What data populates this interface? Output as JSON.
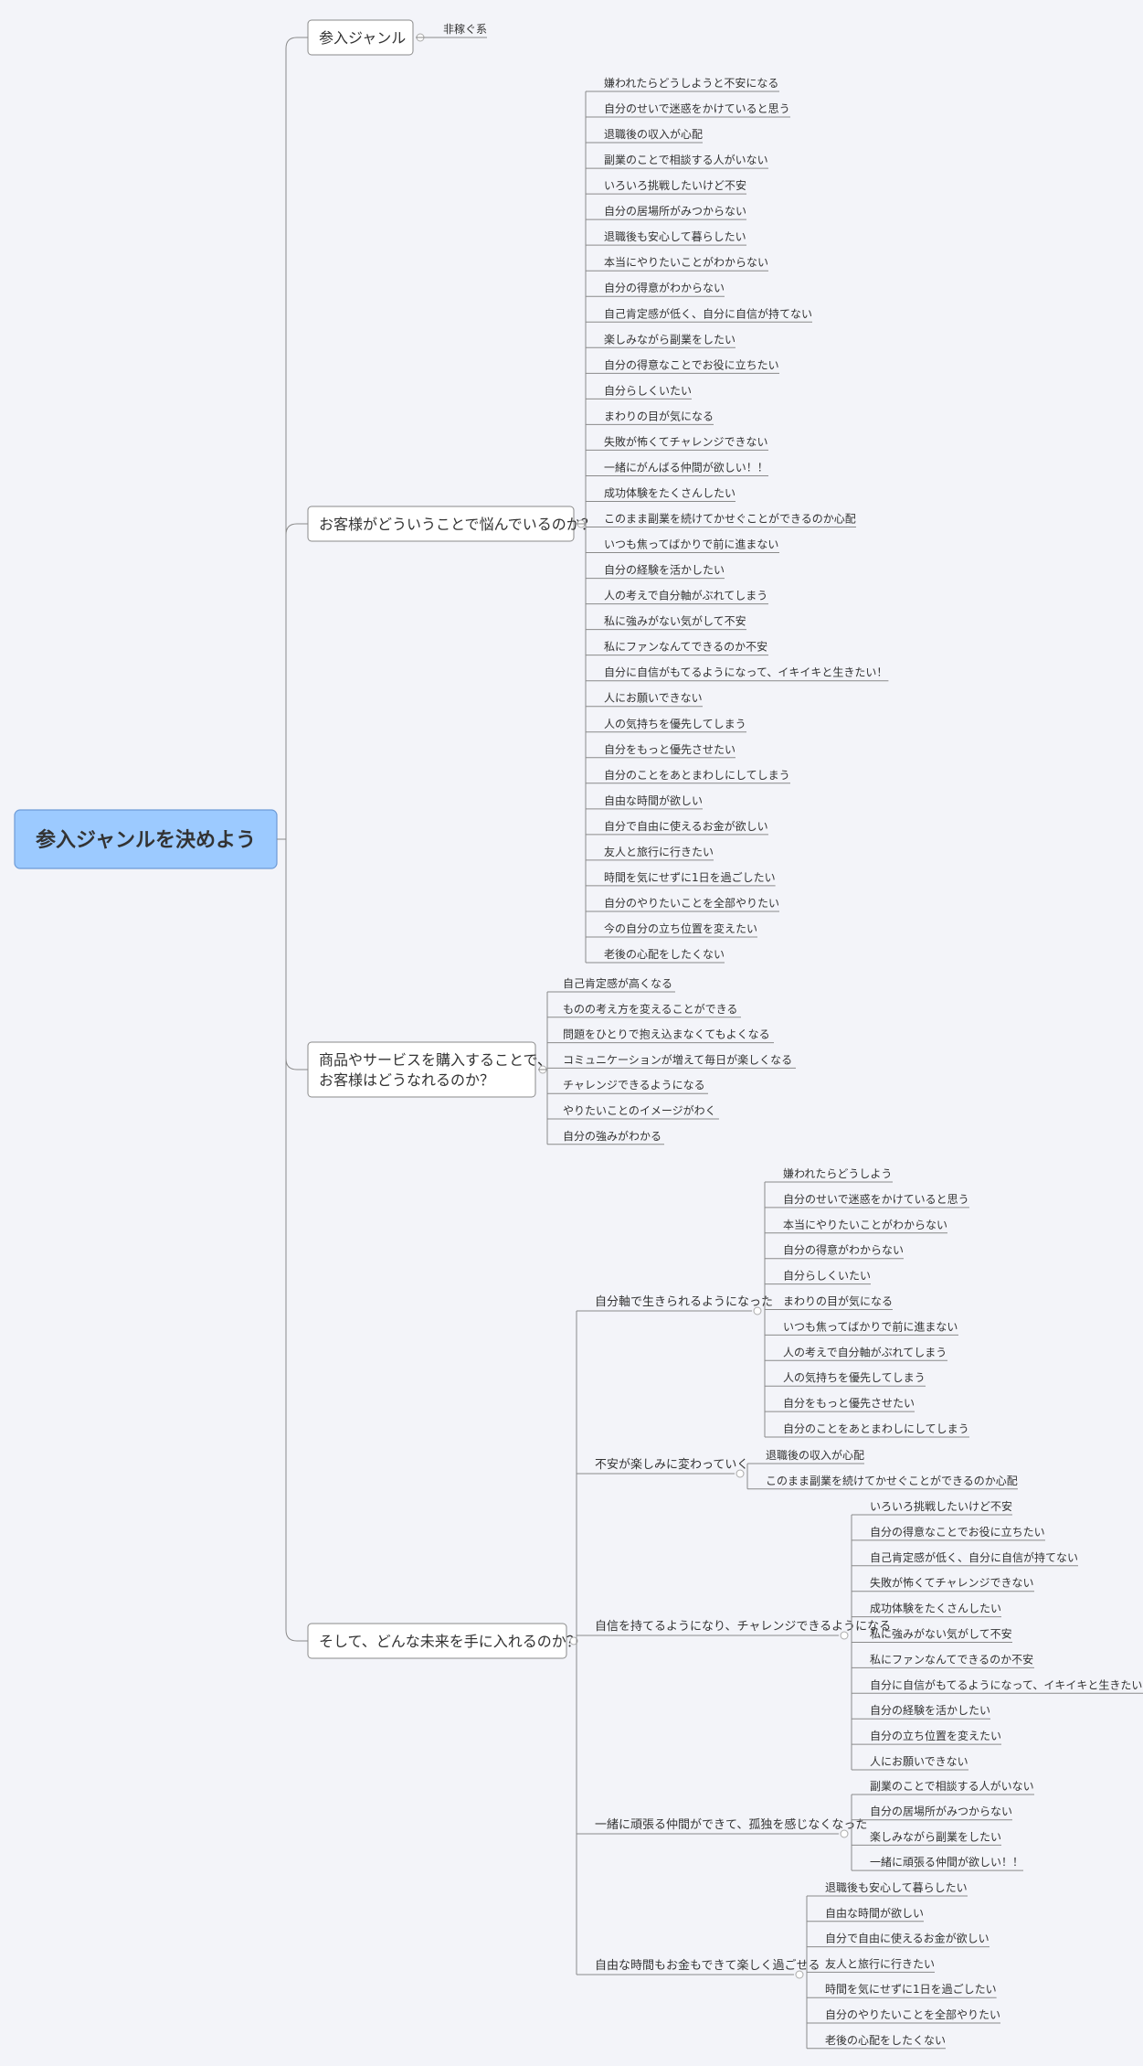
{
  "root": {
    "label": "参入ジャンルを決めよう"
  },
  "branches": [
    {
      "id": "b1",
      "label_lines": [
        "参入ジャンル"
      ],
      "items": [
        "非稼ぐ系"
      ]
    },
    {
      "id": "b2",
      "label_lines": [
        "お客様がどういうことで悩んでいるのか？"
      ],
      "items": [
        "嫌われたらどうしようと不安になる",
        "自分のせいで迷惑をかけていると思う",
        "退職後の収入が心配",
        "副業のことで相談する人がいない",
        "いろいろ挑戦したいけど不安",
        "自分の居場所がみつからない",
        "退職後も安心して暮らしたい",
        "本当にやりたいことがわからない",
        "自分の得意がわからない",
        "自己肯定感が低く、自分に自信が持てない",
        "楽しみながら副業をしたい",
        "自分の得意なことでお役に立ちたい",
        "自分らしくいたい",
        "まわりの目が気になる",
        "失敗が怖くてチャレンジできない",
        "一緒にがんばる仲間が欲しい！！",
        "成功体験をたくさんしたい",
        "このまま副業を続けてかせぐことができるのか心配",
        "いつも焦ってばかりで前に進まない",
        "自分の経験を活かしたい",
        "人の考えで自分軸がぶれてしまう",
        "私に強みがない気がして不安",
        "私にファンなんてできるのか不安",
        "自分に自信がもてるようになって、イキイキと生きたい！",
        "人にお願いできない",
        "人の気持ちを優先してしまう",
        "自分をもっと優先させたい",
        "自分のことをあとまわしにしてしまう",
        "自由な時間が欲しい",
        "自分で自由に使えるお金が欲しい",
        "友人と旅行に行きたい",
        "時間を気にせずに1日を過ごしたい",
        "自分のやりたいことを全部やりたい",
        "今の自分の立ち位置を変えたい",
        "老後の心配をしたくない"
      ]
    },
    {
      "id": "b3",
      "label_lines": [
        "商品やサービスを購入することで、",
        "お客様はどうなれるのか？"
      ],
      "items": [
        "自己肯定感が高くなる",
        "ものの考え方を変えることができる",
        "問題をひとりで抱え込まなくてもよくなる",
        "コミュニケーションが増えて毎日が楽しくなる",
        "チャレンジできるようになる",
        "やりたいことのイメージがわく",
        "自分の強みがわかる"
      ]
    },
    {
      "id": "b4",
      "label_lines": [
        "そして、どんな未来を手に入れるのか？"
      ],
      "groups": [
        {
          "label": "自分軸で生きられるようになった",
          "items": [
            "嫌われたらどうしよう",
            "自分のせいで迷惑をかけていると思う",
            "本当にやりたいことがわからない",
            "自分の得意がわからない",
            "自分らしくいたい",
            "まわりの目が気になる",
            "いつも焦ってばかりで前に進まない",
            "人の考えで自分軸がぶれてしまう",
            "人の気持ちを優先してしまう",
            "自分をもっと優先させたい",
            "自分のことをあとまわしにしてしまう"
          ]
        },
        {
          "label": "不安が楽しみに変わっていく",
          "items": [
            "退職後の収入が心配",
            "このまま副業を続けてかせぐことができるのか心配"
          ]
        },
        {
          "label": "自信を持てるようになり、チャレンジできるようになる",
          "items": [
            "いろいろ挑戦したいけど不安",
            "自分の得意なことでお役に立ちたい",
            "自己肯定感が低く、自分に自信が持てない",
            "失敗が怖くてチャレンジできない",
            "成功体験をたくさんしたい",
            "私に強みがない気がして不安",
            "私にファンなんてできるのか不安",
            "自分に自信がもてるようになって、イキイキと生きたい！",
            "自分の経験を活かしたい",
            "自分の立ち位置を変えたい",
            "人にお願いできない"
          ]
        },
        {
          "label": "一緒に頑張る仲間ができて、孤独を感じなくなった",
          "items": [
            "副業のことで相談する人がいない",
            "自分の居場所がみつからない",
            "楽しみながら副業をしたい",
            "一緒に頑張る仲間が欲しい！！"
          ]
        },
        {
          "label": "自由な時間もお金もできて楽しく過ごせる",
          "items": [
            "退職後も安心して暮らしたい",
            "自由な時間が欲しい",
            "自分で自由に使えるお金が欲しい",
            "友人と旅行に行きたい",
            "時間を気にせずに1日を過ごしたい",
            "自分のやりたいことを全部やりたい",
            "老後の心配をしたくない"
          ]
        }
      ]
    }
  ]
}
